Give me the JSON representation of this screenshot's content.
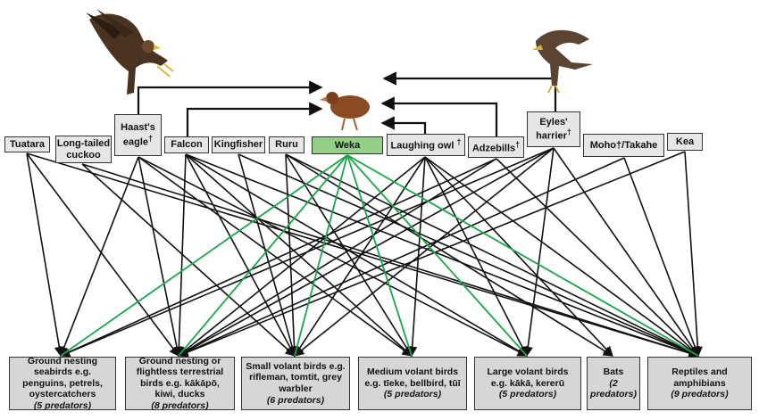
{
  "predators": [
    {
      "id": "tuatara",
      "label": "Tuatara",
      "mark": ""
    },
    {
      "id": "cuckoo",
      "label": "Long-tailed cuckoo",
      "mark": ""
    },
    {
      "id": "haast",
      "label": "Haast's eagle",
      "mark": "†"
    },
    {
      "id": "falcon",
      "label": "Falcon",
      "mark": ""
    },
    {
      "id": "kingfisher",
      "label": "Kingfisher",
      "mark": ""
    },
    {
      "id": "ruru",
      "label": "Ruru",
      "mark": ""
    },
    {
      "id": "weka",
      "label": "Weka",
      "mark": ""
    },
    {
      "id": "owl",
      "label": "Laughing owl",
      "mark": "†"
    },
    {
      "id": "adzebills",
      "label": "Adzebills",
      "mark": "†"
    },
    {
      "id": "harrier",
      "label": "Eyles' harrier",
      "mark": "†"
    },
    {
      "id": "moho",
      "label": "Moho†/Takahe",
      "mark": ""
    },
    {
      "id": "kea",
      "label": "Kea",
      "mark": ""
    }
  ],
  "prey": [
    {
      "id": "gns",
      "label": "Ground nesting seabirds e.g. penguins, petrels, oystercatchers",
      "count": "(5 predators)"
    },
    {
      "id": "gnf",
      "label": "Ground nesting or flightless terrestrial birds e.g. kākāpō, kiwi, ducks",
      "count": "(8 predators)"
    },
    {
      "id": "svb",
      "label": "Small volant birds e.g. rifleman, tomtit, grey warbler",
      "count": "(6 predators)"
    },
    {
      "id": "mvb",
      "label": "Medium volant birds e.g. tīeke, bellbird, tūī",
      "count": "(5 predators)"
    },
    {
      "id": "lvb",
      "label": "Large volant birds e.g. kākā, kererū",
      "count": "(5 predators)"
    },
    {
      "id": "bats",
      "label": "Bats",
      "count": "(2 predators)"
    },
    {
      "id": "rep",
      "label": "Reptiles and amphibians",
      "count": "(9 predators)"
    }
  ],
  "colors": {
    "edge": "#111111",
    "highlight_edge": "#1aa64a",
    "highlight_node": "#93cf86",
    "node": "#e6e6e6",
    "prey_node": "#d6d6d6"
  },
  "icons": [
    "eagle-illustration",
    "weka-illustration",
    "harrier-illustration"
  ]
}
